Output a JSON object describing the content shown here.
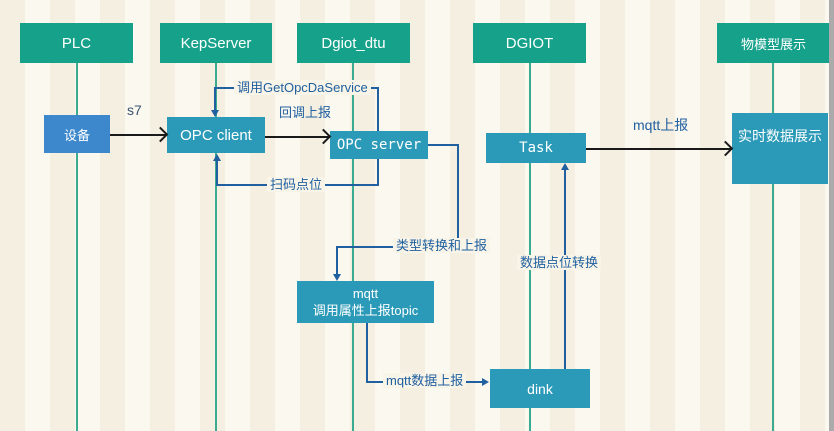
{
  "diagram": {
    "nodes": {
      "plc": "PLC",
      "kepserver": "KepServer",
      "dgiot_dtu": "Dgiot_dtu",
      "dgiot": "DGIOT",
      "model_display": "物模型展示",
      "device": "设备",
      "opc_client": "OPC client",
      "opc_server": "OPC server",
      "task": "Task",
      "realtime_display": "实时数据展示",
      "mqtt_line1": "mqtt",
      "mqtt_line2": "调用属性上报topic",
      "dink": "dink"
    },
    "edges": {
      "s7": "s7",
      "call_getopcdaservice": "调用GetOpcDaService",
      "callback_report": "回调上报",
      "scan_points": "扫码点位",
      "type_convert_report": "类型转换和上报",
      "mqtt_data_report": "mqtt数据上报",
      "data_point_convert": "数据点位转换",
      "mqtt_report": "mqtt上报"
    },
    "colors": {
      "header_box": "#16a28a",
      "process_box": "#2b9ab8",
      "device_box": "#3d88cc",
      "lifeline": "#3aab90",
      "connector": "#2160a0",
      "arrow": "#1a1a1a"
    }
  }
}
